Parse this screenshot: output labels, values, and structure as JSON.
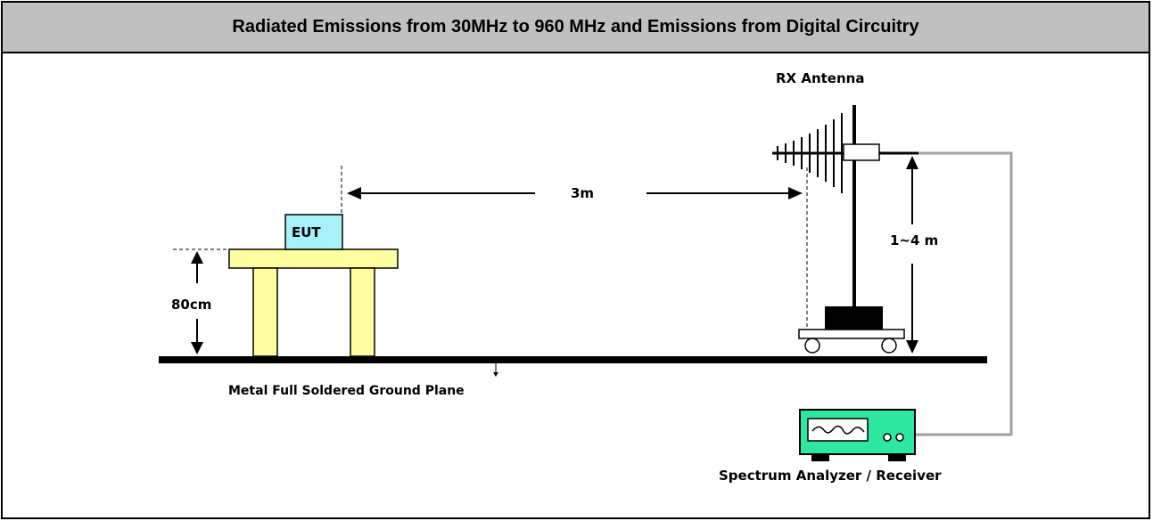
{
  "title": "Radiated Emissions from 30MHz to 960 MHz and Emissions from Digital Circuitry",
  "labels": {
    "antenna": "RX Antenna",
    "distance": "3m",
    "eut": "EUT",
    "table_height": "80cm",
    "antenna_height": "1~4 m",
    "ground_plane": "Metal Full Soldered Ground Plane",
    "analyzer": "Spectrum Analyzer / Receiver"
  },
  "colors": {
    "header_bg": "#c0c0c0",
    "table": "#ffffa0",
    "eut_box": "#a8f0f8",
    "analyzer": "#2ee8a0",
    "cable": "#a0a0a0"
  }
}
